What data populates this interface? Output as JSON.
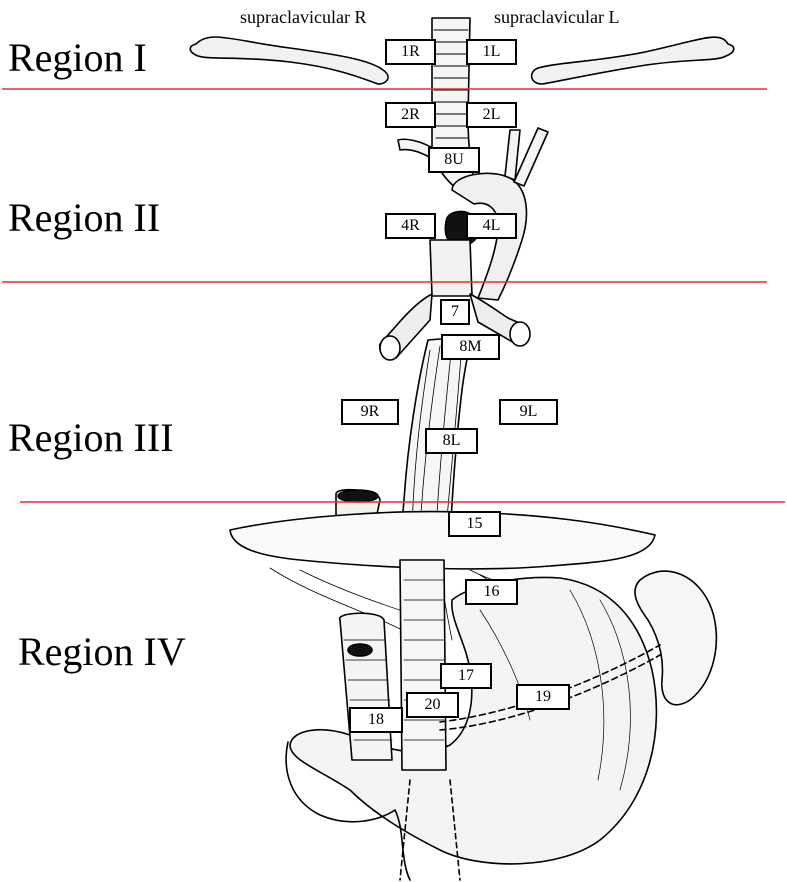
{
  "side_labels": {
    "right": "supraclavicular R",
    "left": "supraclavicular L"
  },
  "regions": [
    "Region I",
    "Region II",
    "Region III",
    "Region IV"
  ],
  "stations": [
    "1R",
    "1L",
    "2R",
    "2L",
    "8U",
    "4R",
    "4L",
    "7",
    "8M",
    "9R",
    "9L",
    "8L",
    "15",
    "16",
    "17",
    "20",
    "18",
    "19"
  ],
  "colors": {
    "divider": "#e0342a",
    "ink": "#000000",
    "vessel_shade": "#e9e9e9"
  }
}
